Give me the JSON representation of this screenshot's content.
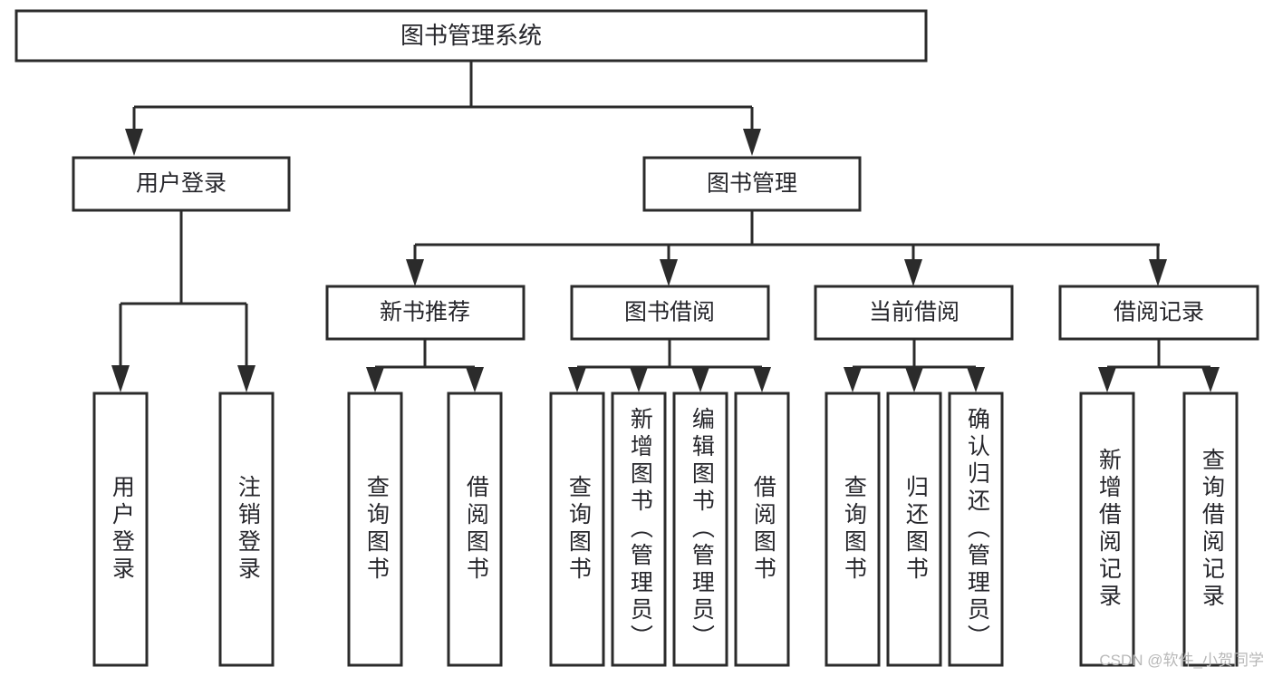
{
  "diagram": {
    "title": "图书管理系统",
    "type": "hierarchy-tree",
    "orientation": "top-down",
    "background_color": "#ffffff",
    "stroke_color": "#2b2b2b",
    "text_color": "#26262b",
    "box_fill": "#ffffff",
    "watermark": "CSDN @软件_小贺同学",
    "levels": {
      "root": {
        "label": "图书管理系统"
      },
      "level2": [
        {
          "id": "user-login",
          "label": "用户登录"
        },
        {
          "id": "book-management",
          "label": "图书管理"
        }
      ],
      "level3": [
        {
          "id": "new-book-recommend",
          "label": "新书推荐",
          "parent": "book-management"
        },
        {
          "id": "book-borrow",
          "label": "图书借阅",
          "parent": "book-management"
        },
        {
          "id": "current-borrow",
          "label": "当前借阅",
          "parent": "book-management"
        },
        {
          "id": "borrow-record",
          "label": "借阅记录",
          "parent": "book-management"
        }
      ],
      "leaves": [
        {
          "id": "leaf-user-login",
          "label": "用户登录",
          "parent": "user-login"
        },
        {
          "id": "leaf-logout-login",
          "label": "注销登录",
          "parent": "user-login"
        },
        {
          "id": "leaf-query-book-1",
          "label": "查询图书",
          "parent": "new-book-recommend"
        },
        {
          "id": "leaf-borrow-book-1",
          "label": "借阅图书",
          "parent": "new-book-recommend"
        },
        {
          "id": "leaf-query-book-2",
          "label": "查询图书",
          "parent": "book-borrow"
        },
        {
          "id": "leaf-add-book",
          "label": "新增图书（管理员）",
          "parent": "book-borrow"
        },
        {
          "id": "leaf-edit-book",
          "label": "编辑图书（管理员）",
          "parent": "book-borrow"
        },
        {
          "id": "leaf-borrow-book-2",
          "label": "借阅图书",
          "parent": "book-borrow"
        },
        {
          "id": "leaf-query-book-3",
          "label": "查询图书",
          "parent": "current-borrow"
        },
        {
          "id": "leaf-return-book",
          "label": "归还图书",
          "parent": "current-borrow"
        },
        {
          "id": "leaf-confirm-return",
          "label": "确认归还（管理员）",
          "parent": "current-borrow"
        },
        {
          "id": "leaf-add-record",
          "label": "新增借阅记录",
          "parent": "borrow-record"
        },
        {
          "id": "leaf-query-record",
          "label": "查询借阅记录",
          "parent": "borrow-record"
        }
      ]
    }
  }
}
